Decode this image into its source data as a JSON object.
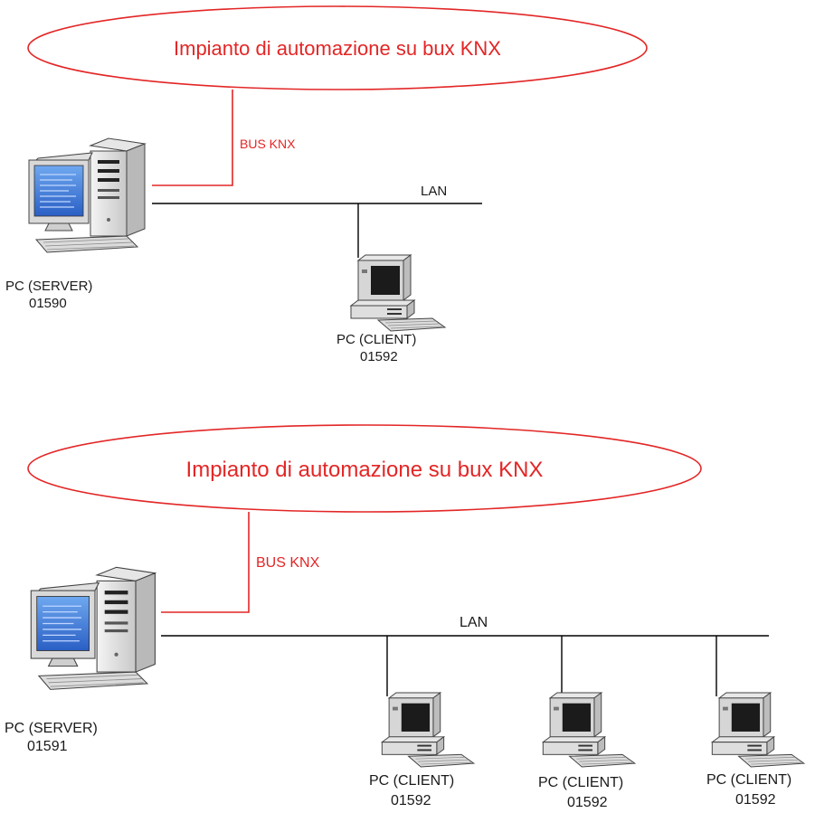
{
  "colors": {
    "bus": "#e32626",
    "lan": "#000000",
    "text": "#1a1a1a"
  },
  "diagrams": [
    {
      "system_label": "Impianto di automazione su bux KNX",
      "bus_label": "BUS KNX",
      "lan_label": "LAN",
      "server": {
        "label": "PC (SERVER)",
        "code": "01590"
      },
      "clients": [
        {
          "label": "PC (CLIENT)",
          "code": "01592"
        }
      ]
    },
    {
      "system_label": "Impianto di automazione su bux KNX",
      "bus_label": "BUS KNX",
      "lan_label": "LAN",
      "server": {
        "label": "PC (SERVER)",
        "code": "01591"
      },
      "clients": [
        {
          "label": "PC (CLIENT)",
          "code": "01592"
        },
        {
          "label": "PC (CLIENT)",
          "code": "01592"
        },
        {
          "label": "PC (CLIENT)",
          "code": "01592"
        }
      ]
    }
  ]
}
